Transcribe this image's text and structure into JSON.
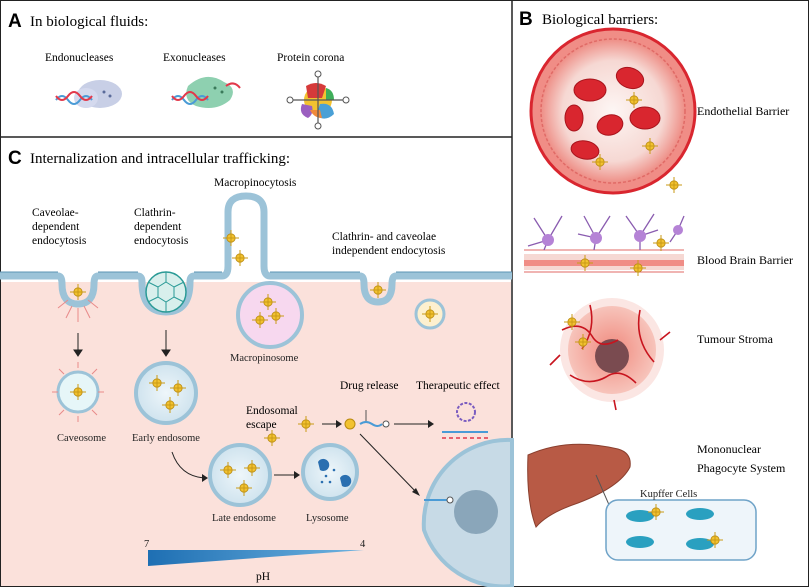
{
  "panel_a": {
    "letter": "A",
    "title": "In biological fluids:",
    "items": [
      "Endonucleases",
      "Exonucleases",
      "Protein corona"
    ]
  },
  "panel_b": {
    "letter": "B",
    "title": "Biological barriers:",
    "barriers": [
      "Endothelial Barrier",
      "Blood Brain Barrier",
      "Tumour Stroma",
      "Mononuclear",
      "Phagocyte System"
    ],
    "kupffer": "Kupffer Cells"
  },
  "panel_c": {
    "letter": "C",
    "title": "Internalization and intracellular trafficking:",
    "macropinocytosis": "Macropinocytosis",
    "caveolae": [
      "Caveolae-",
      "dependent",
      "endocytosis"
    ],
    "clathrin": [
      "Clathrin-",
      "dependent",
      "endocytosis"
    ],
    "independent": [
      "Clathrin- and caveolae",
      "independent endocytosis"
    ],
    "macropinosome": "Macropinosome",
    "caveosome": "Caveosome",
    "early_endosome": "Early endosome",
    "endosomal_escape": [
      "Endosomal",
      "escape"
    ],
    "drug_release": "Drug release",
    "therapeutic_effect": "Therapeutic effect",
    "late_endosome": "Late endosome",
    "lysosome": "Lysosome",
    "ph_high": "7",
    "ph_low": "4",
    "ph_label": "pH"
  },
  "colors": {
    "cytoplasm": "#fbe1db",
    "membrane": "#9cc3d8",
    "vesicle": "#d8e8f0",
    "nanoparticle": "#f2c230",
    "rbc": "#d9262f",
    "liver": "#b85a45",
    "ph_bar": "#1e6fb3"
  }
}
